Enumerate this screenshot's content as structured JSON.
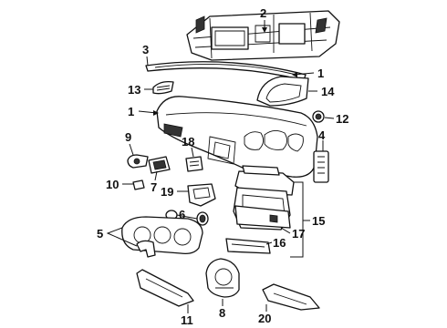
{
  "callouts": [
    {
      "id": "c1a",
      "text": "1"
    },
    {
      "id": "c1b",
      "text": "1"
    },
    {
      "id": "c2",
      "text": "2"
    },
    {
      "id": "c3",
      "text": "3"
    },
    {
      "id": "c4",
      "text": "4"
    },
    {
      "id": "c5",
      "text": "5"
    },
    {
      "id": "c6",
      "text": "6"
    },
    {
      "id": "c7",
      "text": "7"
    },
    {
      "id": "c8",
      "text": "8"
    },
    {
      "id": "c9",
      "text": "9"
    },
    {
      "id": "c10",
      "text": "10"
    },
    {
      "id": "c11",
      "text": "11"
    },
    {
      "id": "c12",
      "text": "12"
    },
    {
      "id": "c13",
      "text": "13"
    },
    {
      "id": "c14",
      "text": "14"
    },
    {
      "id": "c15",
      "text": "15"
    },
    {
      "id": "c16",
      "text": "16"
    },
    {
      "id": "c17",
      "text": "17"
    },
    {
      "id": "c18",
      "text": "18"
    },
    {
      "id": "c19",
      "text": "19"
    },
    {
      "id": "c20",
      "text": "20"
    }
  ]
}
